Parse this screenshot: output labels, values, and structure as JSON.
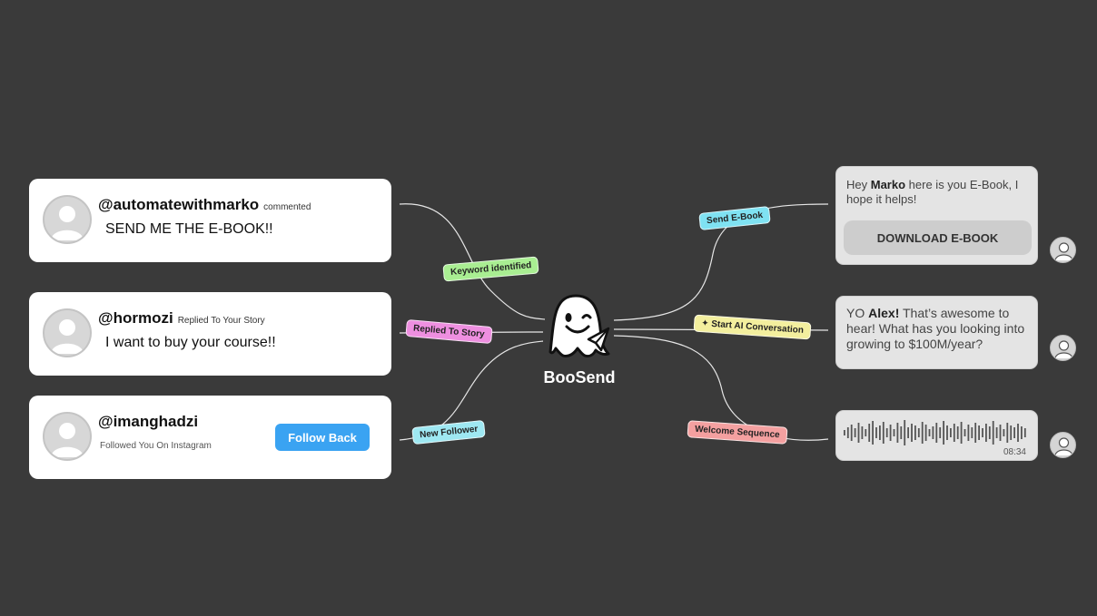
{
  "sources": [
    {
      "handle": "@automatewithmarko",
      "action": "commented",
      "message": "SEND ME THE E-BOOK!!"
    },
    {
      "handle": "@hormozi",
      "action": "Replied To Your Story",
      "message": "I want to buy your course!!"
    },
    {
      "handle": "@imanghadzi",
      "subtext": "Followed You On Instagram",
      "button": "Follow Back"
    }
  ],
  "tags": {
    "keyword": {
      "label": "Keyword identified",
      "color": "#a9ee92"
    },
    "story": {
      "label": "Replied To Story",
      "color": "#ee8fe0"
    },
    "follower": {
      "label": "New Follower",
      "color": "#9ee8f2"
    },
    "ebook": {
      "label": "Send E-Book",
      "color": "#7fe2f2"
    },
    "ai": {
      "label": "Start AI Conversation",
      "color": "#f3ef9e"
    },
    "welcome": {
      "label": "Welcome Sequence",
      "color": "#f4a0a0"
    }
  },
  "center": {
    "brand": "BooSend"
  },
  "outputs": {
    "ebook": {
      "greeting": "Hey",
      "name": "Marko",
      "rest": "here is you E-Book, I hope it helps!",
      "button": "DOWNLOAD E-BOOK"
    },
    "ai": {
      "greeting": "YO",
      "name": "Alex!",
      "rest": "That’s awesome to hear! What has you looking into growing to $100M/year?"
    },
    "voice": {
      "duration": "08:34"
    }
  },
  "colors": {
    "background": "#3a3a3a",
    "accent": "#3aa3f2"
  }
}
